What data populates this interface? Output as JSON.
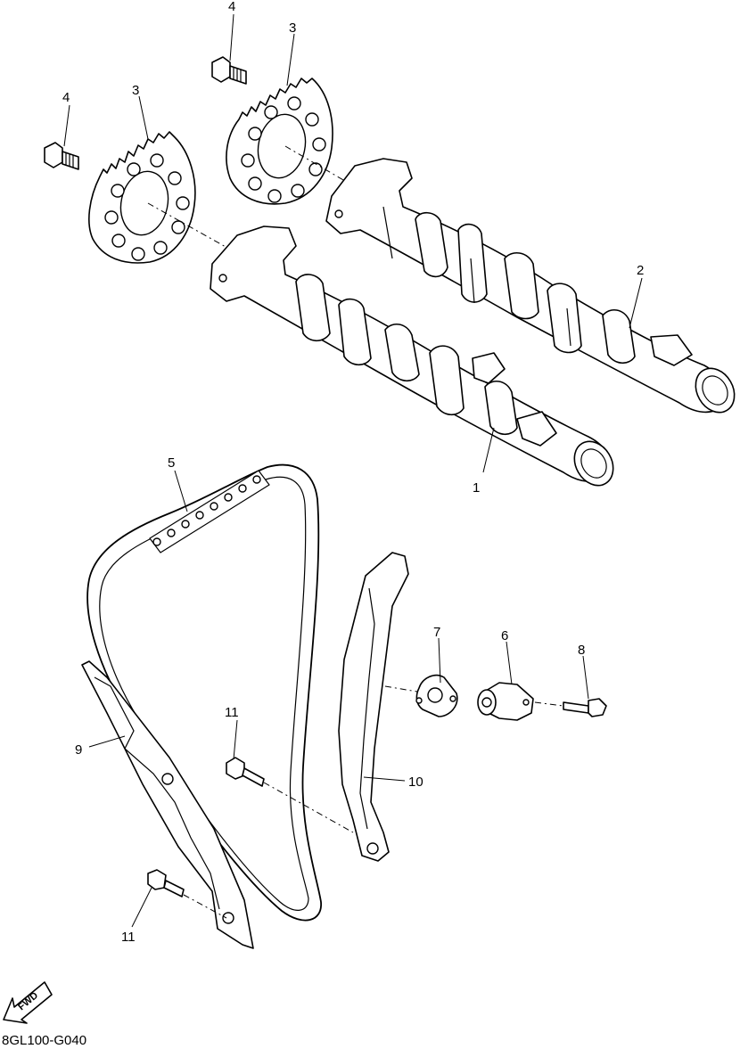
{
  "callouts": {
    "c1": "1",
    "c2": "2",
    "c3a": "3",
    "c3b": "3",
    "c4a": "4",
    "c4b": "4",
    "c5": "5",
    "c6": "6",
    "c7": "7",
    "c8": "8",
    "c9": "9",
    "c10": "10",
    "c11a": "11",
    "c11b": "11"
  },
  "fwd_label": "FWD",
  "diagram_code": "8GL100-G040"
}
